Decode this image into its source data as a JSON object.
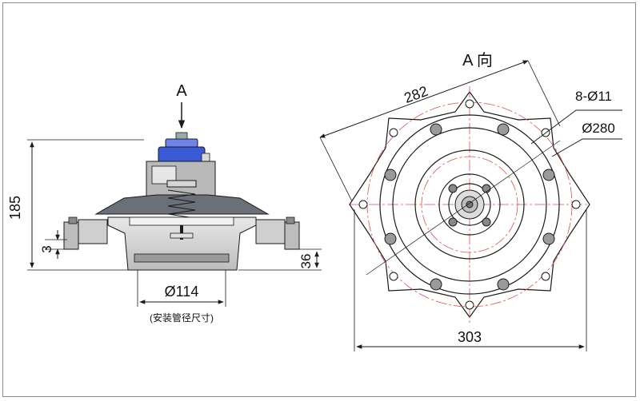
{
  "drawing": {
    "side_view": {
      "view_arrow_label": "A",
      "dim_height": "185",
      "dim_small": "3",
      "dim_bottom": "36",
      "dim_pipe_diameter": "Ø114",
      "pipe_note": "(安装管径尺寸)"
    },
    "front_view": {
      "view_title": "A 向",
      "dim_overall_span": "282",
      "dim_holes": "8-Ø11",
      "dim_bolt_circle": "Ø280",
      "dim_width": "303"
    }
  },
  "colors": {
    "line": "#1a1a1a",
    "center_line": "#d9534f",
    "valve_blue": "#3b5bd6",
    "body_grey": "#cfcfcf",
    "body_dark": "#6b6f78"
  }
}
